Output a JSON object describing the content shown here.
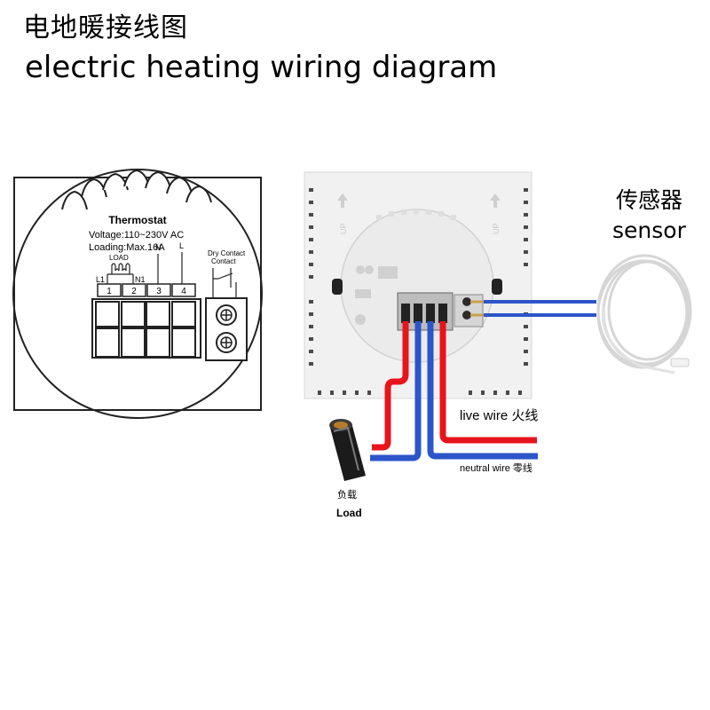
{
  "header": {
    "title_cn": "电地暖接线图",
    "title_en": "electric heating wiring diagram"
  },
  "sensor": {
    "label_cn": "传感器",
    "label_en": "sensor"
  },
  "faceplate": {
    "name": "Thermostat",
    "voltage": "Voltage:110~230V AC",
    "loading": "Loading:Max.16A",
    "load_label": "LOAD",
    "terminal_tags": [
      "L1",
      "N1",
      "N",
      "L"
    ],
    "terminals": [
      "1",
      "2",
      "3",
      "4"
    ],
    "dry_contact": [
      "Dry Contact",
      "Contact"
    ]
  },
  "device": {
    "up_marks": [
      "UP",
      "UP"
    ]
  },
  "wiring": {
    "live_wire": "live wire 火线",
    "neutral_wire": "neutral wire 零线",
    "load_cn": "负载",
    "load_en": "Load"
  },
  "colors": {
    "live": "#e8141b",
    "neutral": "#2c55c9",
    "outline": "#222222"
  }
}
